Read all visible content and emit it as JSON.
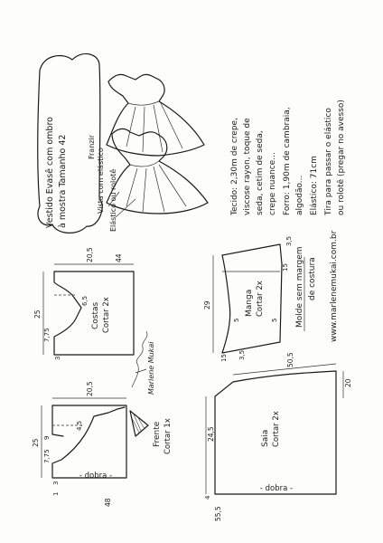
{
  "title": {
    "line1": "Vestido Evasê com ombro",
    "line2": "à mostra Tamanho 42"
  },
  "sketch_labels": {
    "front_note": "Franzir",
    "elastic_note": "Vista com elástico",
    "arrows_note": "Elástico ou rolotê"
  },
  "notes": {
    "fabric": "Tecido: 2,30m de crepe,",
    "fabric2": "viscose rayon, toque de",
    "fabric3": "seda, cetim de seda,",
    "fabric4": "crepe nuance...",
    "lining": "Forro: 1,90m de cambraia,",
    "lining2": "algodão...",
    "elastic": "Elástico: 71cm",
    "strap": "Tira para passar o elástico",
    "strap2": "ou rolotê (pregar no avesso)"
  },
  "pieces": {
    "front": {
      "label": "Frente",
      "cut": "Cortar 1x",
      "fold": "- dobra -",
      "dims": {
        "d25": "25",
        "d205": "20,5",
        "d9": "9",
        "d775": "7,75",
        "d45": "4,5",
        "d48": "48",
        "d3": "3",
        "d1": "1"
      }
    },
    "back": {
      "label": "Costas",
      "cut": "Cortar 2x",
      "dims": {
        "d25": "25",
        "d205": "20,5",
        "d44": "44",
        "d775": "7,75",
        "d3": "3",
        "d65": "6,5"
      }
    },
    "sleeve": {
      "label": "Manga",
      "cut": "Cortar 2x",
      "dims": {
        "d29": "29",
        "d5a": "5",
        "d5b": "5",
        "d15a": "15",
        "d15b": "15",
        "d35a": "3,5",
        "d35b": "3,5"
      }
    },
    "skirt": {
      "label": "Saia",
      "cut": "Cortar 2x",
      "fold": "- dobra -",
      "dims": {
        "d505": "50,5",
        "d20": "20",
        "d245": "24,5",
        "d555": "55,5",
        "d4": "4"
      }
    }
  },
  "footer": {
    "note1": "Molde sem margem",
    "note2": "de costura",
    "website": "www.marlenemukai.com.br",
    "signature": "Marlene Mukai"
  }
}
